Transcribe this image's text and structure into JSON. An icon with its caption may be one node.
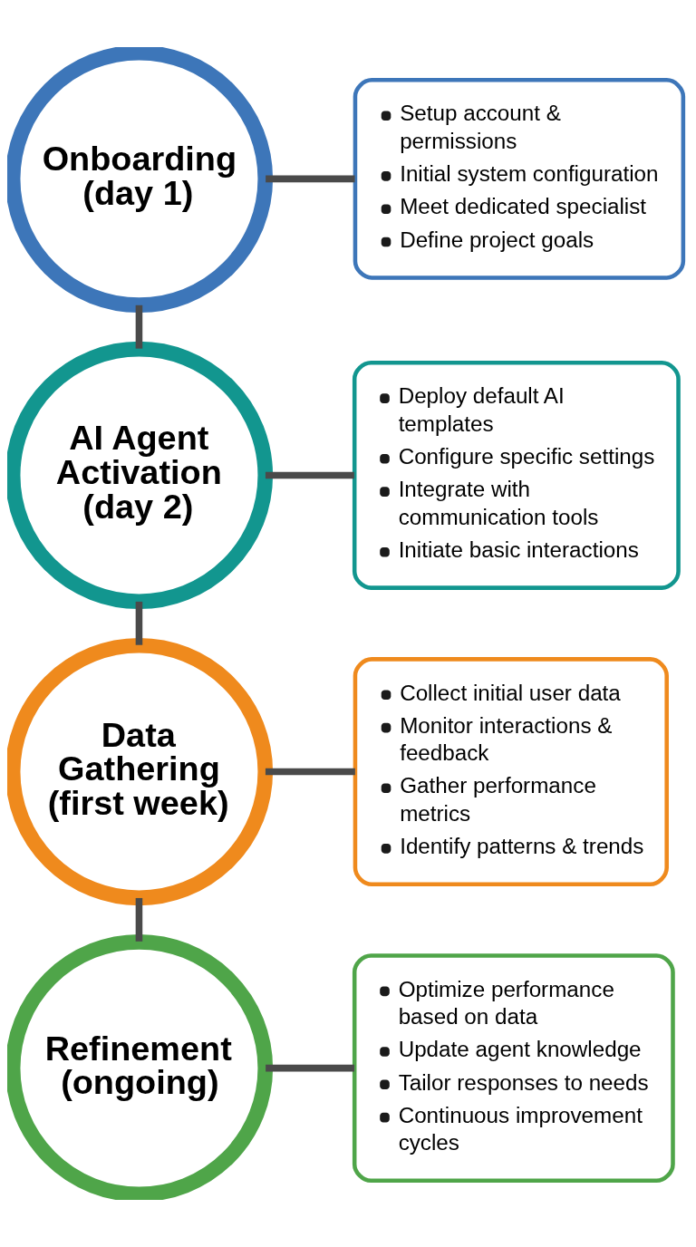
{
  "diagram": {
    "nodes": [
      {
        "text": [
          "Onboarding (day 1)"
        ]
      },
      {
        "text": [
          "Setup account & permissions",
          "Initial system configuration",
          "Meet dedicated specialist",
          "Define project goals"
        ]
      },
      {
        "text": [
          "AI Agent Activation (day 2)"
        ]
      },
      {
        "text": [
          "Deploy default AI templates",
          "Configure specific settings",
          "Integrate with communication tools",
          "Initiate basic interactions"
        ]
      },
      {
        "text": [
          "Data Gathering (first week)"
        ]
      },
      {
        "text": [
          "Collect initial user data",
          "Monitor interactions & feedback",
          "Gather performance metrics",
          "Identify patterns & trends"
        ]
      },
      {
        "text": [
          "Refinement (ongoing)"
        ]
      },
      {
        "text": [
          "Optimize performance based on data",
          "Update agent knowledge",
          "Tailor responses to needs",
          "Continuous improvement cycles"
        ]
      }
    ],
    "edges": [
      {
        "from": 0,
        "to": 1,
        "arrow": "none"
      },
      {
        "from": 0,
        "to": 2,
        "arrow": "none"
      },
      {
        "from": 2,
        "to": 3,
        "arrow": "none"
      },
      {
        "from": 2,
        "to": 4,
        "arrow": "none"
      },
      {
        "from": 4,
        "to": 5,
        "arrow": "none"
      },
      {
        "from": 4,
        "to": 6,
        "arrow": "none"
      },
      {
        "from": 6,
        "to": 7,
        "arrow": "none"
      }
    ]
  }
}
